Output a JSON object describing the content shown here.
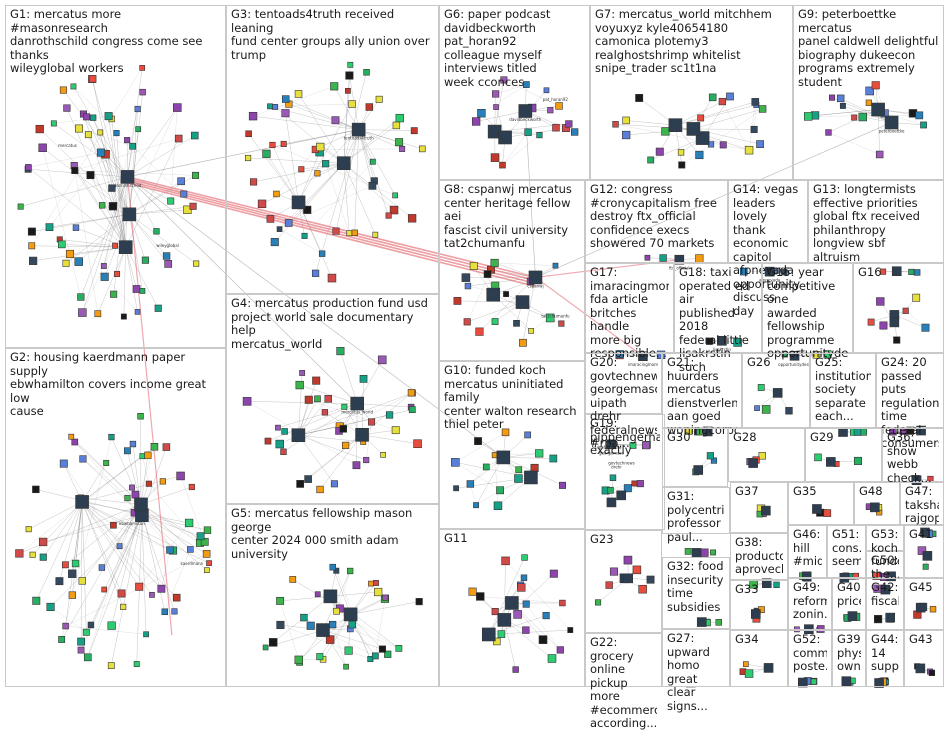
{
  "groups": [
    {
      "id": "G1",
      "label": "G1: mercatus more #masonresearch\ndanrothschild congress come see thanks\nwileyglobal workers"
    },
    {
      "id": "G2",
      "label": "G2: housing kaerdmann paper supply\nebwhamilton covers income great low\ncause"
    },
    {
      "id": "G3",
      "label": "G3: tentoads4truth received leaning\nfund center groups ally union over\ntrump"
    },
    {
      "id": "G4",
      "label": "G4: mercatus production fund usd\nproject world sale documentary help\nmercatus_world"
    },
    {
      "id": "G5",
      "label": "G5: mercatus fellowship mason george\ncenter 2024 000 smith adam university"
    },
    {
      "id": "G6",
      "label": "G6: paper podcast\ndavidbeckworth pat_horan92\ncolleague myself interviews titled\nweek cconces"
    },
    {
      "id": "G7",
      "label": "G7: mercatus_world mitchhem\nvoyuxyz kyle40654180\ncamonica plotemy3\nrealghostshrimp whitelist\nsnipe_trader sc1t1na"
    },
    {
      "id": "G8",
      "label": "G8: cspanwj mercatus\ncenter heritage fellow aei\nfascist civil university\ntat2chumanfu"
    },
    {
      "id": "G9",
      "label": "G9: peterboettke mercatus\npanel caldwell delightful\nbiography dukeecon\nprograms extremely\nstudent"
    },
    {
      "id": "G10",
      "label": "G10: funded koch\nmercatus uninitiated family\ncenter walton research\nthiel peter"
    },
    {
      "id": "G11",
      "label": "G11"
    },
    {
      "id": "G12",
      "label": "G12: congress\n#cronycapitalism free\ndestroy ftx_official\nconfidence execs\nshowered 70 markets"
    },
    {
      "id": "G13",
      "label": "G13: longtermists\neffective priorities\nglobal ftx received\nphilanthropy\nlongview sbf\naltruism"
    },
    {
      "id": "G14",
      "label": "G14: vegas leaders\nlovely thank\neconomic capitol\nafpnevada\nopportunity discuss\nday"
    },
    {
      "id": "G15",
      "label": "G15: year\ncompetitive one\nawarded\nfellowship\nprogramme\nopportunitydesk"
    },
    {
      "id": "G16",
      "label": "G16"
    },
    {
      "id": "G17",
      "label": "G17:\nimaracingmom\nfda article\nbritches handle\nmore big\nresponsible..."
    },
    {
      "id": "G18",
      "label": "G18: taxi\noperated ed air\npublished 2018\nfederal little\nlisakrstin such"
    },
    {
      "id": "G19",
      "label": "G19:\npippengerhar...\nexactly"
    },
    {
      "id": "G20",
      "label": "G20:\ngovtechnews\ngeorgemaso...\nuipath drehr\nfederalnewsn...\n#rpa..."
    },
    {
      "id": "G21",
      "label": "G21: huurders\nmercatus\ndienstverleni...\naan goed\nwoningcorpor..."
    },
    {
      "id": "G22",
      "label": "G22: grocery\nonline pickup\nmore\n#ecommerce\naccording..."
    },
    {
      "id": "G23",
      "label": "G23"
    },
    {
      "id": "G24",
      "label": "G24: 20\npassed puts\nregulations\ntime federal\nconsumers..."
    },
    {
      "id": "G25",
      "label": "G25:\ninstitutions\nsociety\nseparate\neach..."
    },
    {
      "id": "G26",
      "label": "G26"
    },
    {
      "id": "G27",
      "label": "G27:\nupward\nhomo great\nclear signs..."
    },
    {
      "id": "G28",
      "label": "G28"
    },
    {
      "id": "G29",
      "label": "G29"
    },
    {
      "id": "G30",
      "label": "G30"
    },
    {
      "id": "G31",
      "label": "G31:\npolycentric\nprofessor\npaul..."
    },
    {
      "id": "G32",
      "label": "G32: food\ninsecurity\ntime\nsubsidies"
    },
    {
      "id": "G33",
      "label": "G33"
    },
    {
      "id": "G34",
      "label": "G34"
    },
    {
      "id": "G35",
      "label": "G35"
    },
    {
      "id": "G36",
      "label": "G36: show\nwebb\ncheck..."
    },
    {
      "id": "G37",
      "label": "G37"
    },
    {
      "id": "G38",
      "label": "G38:\nproductos\naprovech..."
    },
    {
      "id": "G39",
      "label": "G39:\nphysi...\nowne..."
    },
    {
      "id": "G40",
      "label": "G40:\nprices"
    },
    {
      "id": "G41",
      "label": "G41"
    },
    {
      "id": "G42",
      "label": "G42:\nfiscal"
    },
    {
      "id": "G43",
      "label": "G43"
    },
    {
      "id": "G44",
      "label": "G44:\n14\nsuppo..."
    },
    {
      "id": "G45",
      "label": "G45"
    },
    {
      "id": "G46",
      "label": "G46:\nhill\n#mid..."
    },
    {
      "id": "G47",
      "label": "G47:\ntaksha...\nrajgop..."
    },
    {
      "id": "G48",
      "label": "G48"
    },
    {
      "id": "G49",
      "label": "G49:\nreform\nzonin..."
    },
    {
      "id": "G50",
      "label": "G50:\nthe..."
    },
    {
      "id": "G51",
      "label": "G51:\ncons...\nseem"
    },
    {
      "id": "G52",
      "label": "G52:\ncomm...\nposte..."
    },
    {
      "id": "G53",
      "label": "G53:\nkoch\nfunde..."
    }
  ],
  "node_labels": [
    "danrothschild",
    "mercatus",
    "wileyglobal",
    "ebwhamilton",
    "kaerdmann",
    "tentoads4truth",
    "mercatus_world",
    "davidbeckworth",
    "pat_horan92",
    "cspanwj",
    "peterboettke",
    "tat2chumanfu",
    "ftx_official",
    "afpnevada",
    "opportunitydesk",
    "imaracingmom",
    "lisakrstin",
    "georgemaso",
    "govtechnews",
    "uipath",
    "drehr"
  ],
  "colors": {
    "edge": "#7f7f7f",
    "highlight_edge": "#e0505a",
    "cell_border": "#c9c9c9"
  }
}
